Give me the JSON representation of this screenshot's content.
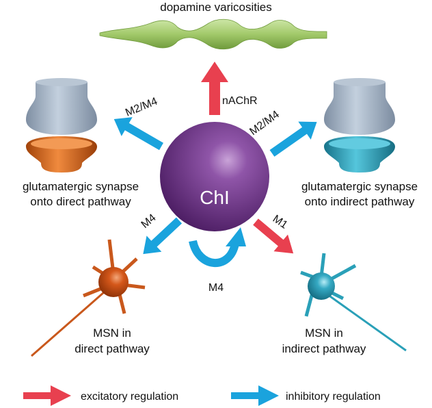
{
  "labels": {
    "top": "dopamine varicosities",
    "center": "ChI",
    "nachr": "nAChR",
    "m2m4_left": "M2/M4",
    "m2m4_right": "M2/M4",
    "m4_left": "M4",
    "m1": "M1",
    "m4_bottom": "M4",
    "glut_direct_line1": "glutamatergic synapse",
    "glut_direct_line2": "onto direct pathway",
    "glut_indirect_line1": "glutamatergic synapse",
    "glut_indirect_line2": "onto indirect pathway",
    "msn_direct_line1": "MSN in",
    "msn_direct_line2": "direct pathway",
    "msn_indirect_line1": "MSN in",
    "msn_indirect_line2": "indirect pathway"
  },
  "legend": {
    "excitatory": "excitatory regulation",
    "inhibitory": "inhibitory regulation"
  },
  "colors": {
    "excitatory": "#e8404f",
    "inhibitory": "#1aa3dd",
    "chi": "#6b2f84",
    "direct": "#d4571a",
    "indirect": "#2aa0b8",
    "presynaptic": "#9fb0c2",
    "dopamine": "#a9cf72"
  }
}
